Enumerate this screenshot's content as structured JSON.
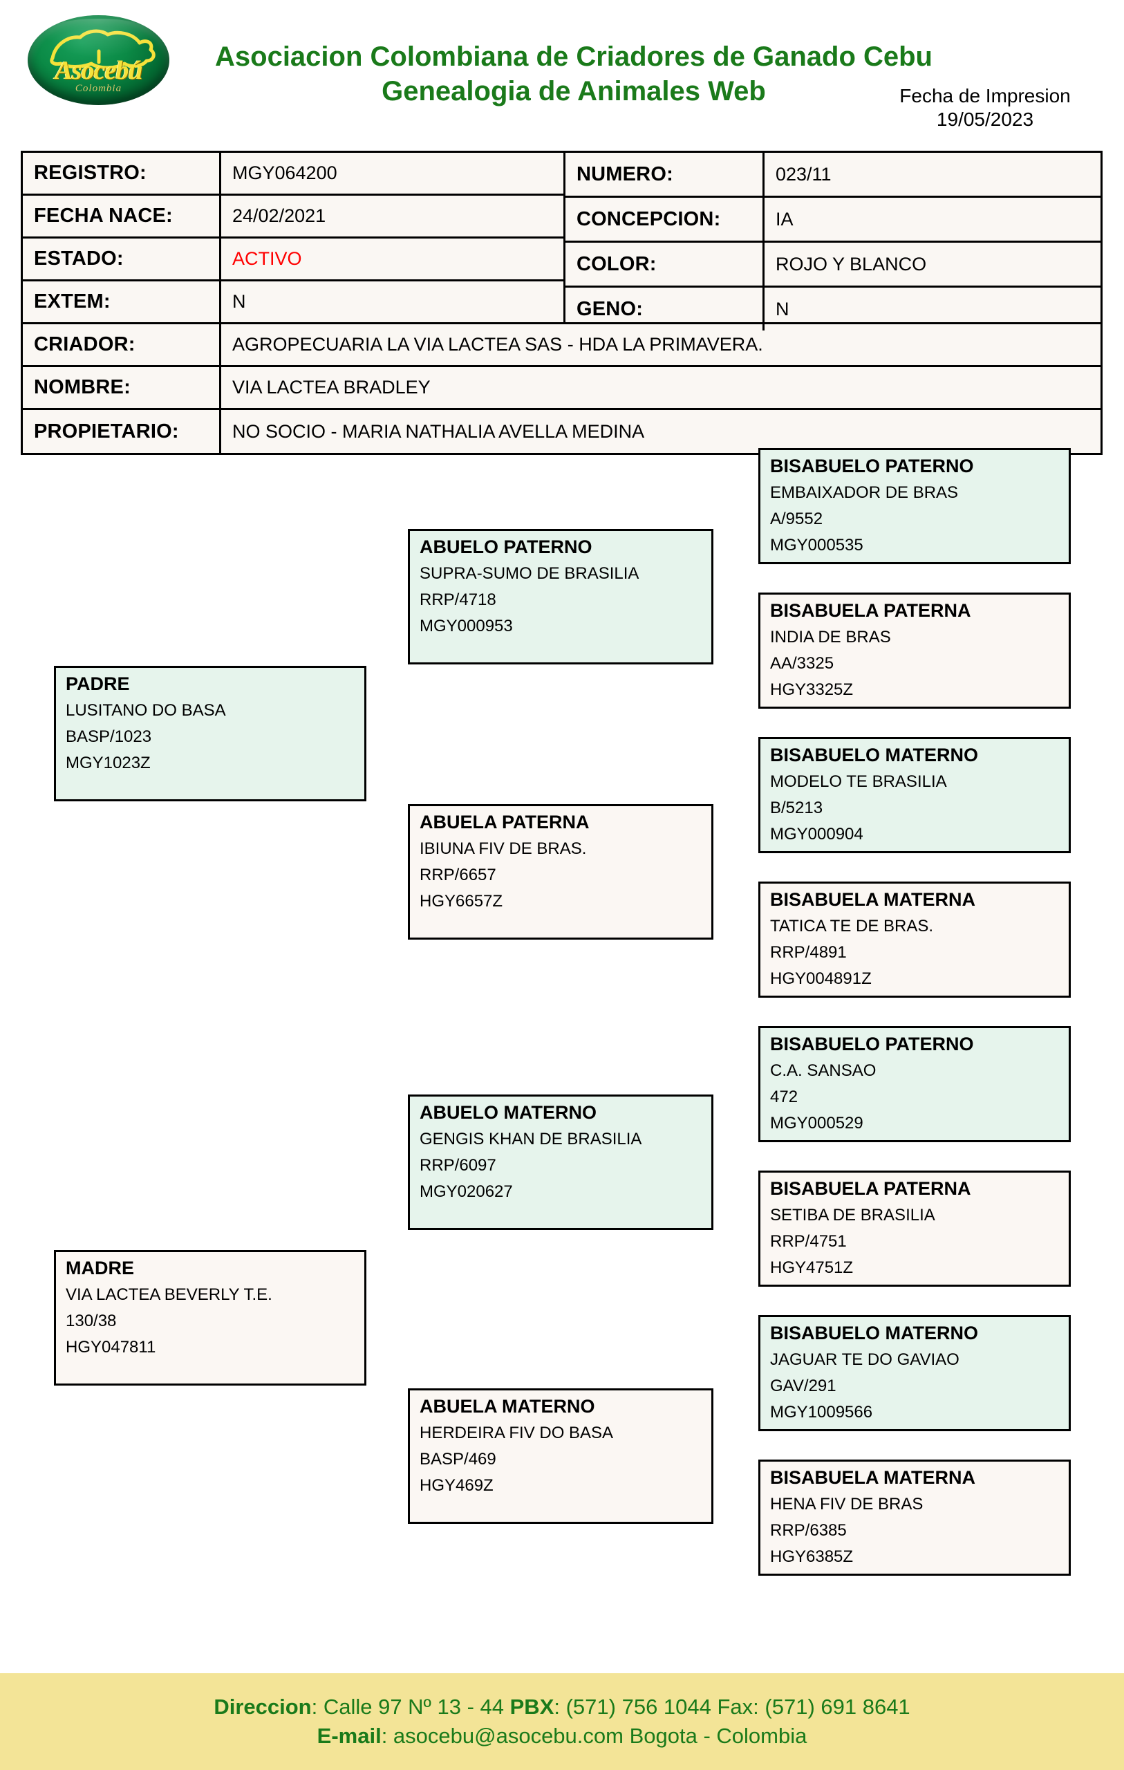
{
  "header": {
    "logo_word": "Asocebú",
    "logo_sub": "Colombia",
    "title_line1": "Asociacion Colombiana de Criadores de Ganado Cebu",
    "title_line2": "Genealogia de Animales Web",
    "print_label": "Fecha de Impresion",
    "print_date": "19/05/2023"
  },
  "info": {
    "registro_label": "REGISTRO:",
    "registro_value": "MGY064200",
    "numero_label": "NUMERO:",
    "numero_value": "023/11",
    "fecha_nace_label": "FECHA NACE:",
    "fecha_nace_value": "24/02/2021",
    "concepcion_label": "CONCEPCION:",
    "concepcion_value": "IA",
    "estado_label": "ESTADO:",
    "estado_value": "ACTIVO",
    "estado_color": "#ff0000",
    "color_label": "COLOR:",
    "color_value": "ROJO Y BLANCO",
    "extem_label": "EXTEM:",
    "extem_value": "N",
    "geno_label": "GENO:",
    "geno_value": "N",
    "criador_label": "CRIADOR:",
    "criador_value": "AGROPECUARIA LA VIA LACTEA SAS - HDA LA PRIMAVERA.",
    "nombre_label": "NOMBRE:",
    "nombre_value": "VIA LACTEA BRADLEY",
    "propietario_label": "PROPIETARIO:",
    "propietario_value": "NO SOCIO - MARIA NATHALIA AVELLA MEDINA"
  },
  "pedigree": {
    "padre": {
      "title": "PADRE",
      "name": "LUSITANO DO BASA",
      "reg1": "BASP/1023",
      "reg2": "MGY1023Z"
    },
    "madre": {
      "title": "MADRE",
      "name": "VIA LACTEA BEVERLY T.E.",
      "reg1": "130/38",
      "reg2": "HGY047811"
    },
    "ab_pat": {
      "title": "ABUELO PATERNO",
      "name": "SUPRA-SUMO DE BRASILIA",
      "reg1": "RRP/4718",
      "reg2": "MGY000953"
    },
    "abu_pat": {
      "title": "ABUELA PATERNA",
      "name": "IBIUNA FIV DE BRAS.",
      "reg1": "RRP/6657",
      "reg2": "HGY6657Z"
    },
    "ab_mat": {
      "title": "ABUELO MATERNO",
      "name": "GENGIS KHAN DE BRASILIA",
      "reg1": "RRP/6097",
      "reg2": "MGY020627"
    },
    "abu_mat": {
      "title": "ABUELA MATERNO",
      "name": "HERDEIRA FIV DO BASA",
      "reg1": "BASP/469",
      "reg2": "HGY469Z"
    },
    "bis1": {
      "title": "BISABUELO PATERNO",
      "name": "EMBAIXADOR DE BRAS",
      "reg1": "A/9552",
      "reg2": "MGY000535"
    },
    "bis2": {
      "title": "BISABUELA PATERNA",
      "name": "INDIA DE BRAS",
      "reg1": "AA/3325",
      "reg2": "HGY3325Z"
    },
    "bis3": {
      "title": "BISABUELO MATERNO",
      "name": "MODELO TE BRASILIA",
      "reg1": "B/5213",
      "reg2": "MGY000904"
    },
    "bis4": {
      "title": "BISABUELA MATERNA",
      "name": "TATICA TE DE BRAS.",
      "reg1": "RRP/4891",
      "reg2": "HGY004891Z"
    },
    "bis5": {
      "title": "BISABUELO PATERNO",
      "name": "C.A. SANSAO",
      "reg1": "472",
      "reg2": "MGY000529"
    },
    "bis6": {
      "title": "BISABUELA PATERNA",
      "name": "SETIBA DE BRASILIA",
      "reg1": "RRP/4751",
      "reg2": "HGY4751Z"
    },
    "bis7": {
      "title": "BISABUELO MATERNO",
      "name": "JAGUAR TE DO GAVIAO",
      "reg1": "GAV/291",
      "reg2": "MGY1009566"
    },
    "bis8": {
      "title": "BISABUELA MATERNA",
      "name": "HENA FIV DE BRAS",
      "reg1": "RRP/6385",
      "reg2": "HGY6385Z"
    }
  },
  "footer": {
    "line1_a": "Direccion",
    "line1_b": ": Calle 97 Nº 13 - 44 ",
    "line1_c": "PBX",
    "line1_d": ": (571) 756 1044 Fax: (571) 691 8641",
    "line2_a": "E-mail",
    "line2_b": ": asocebu@asocebu.com Bogota - Colombia"
  },
  "colors": {
    "brand_green": "#1a7a1a",
    "male_box": "#e6f4ec",
    "female_box": "#fbf7f3",
    "footer_bg": "#f3e497",
    "status_active": "#ff0000"
  }
}
